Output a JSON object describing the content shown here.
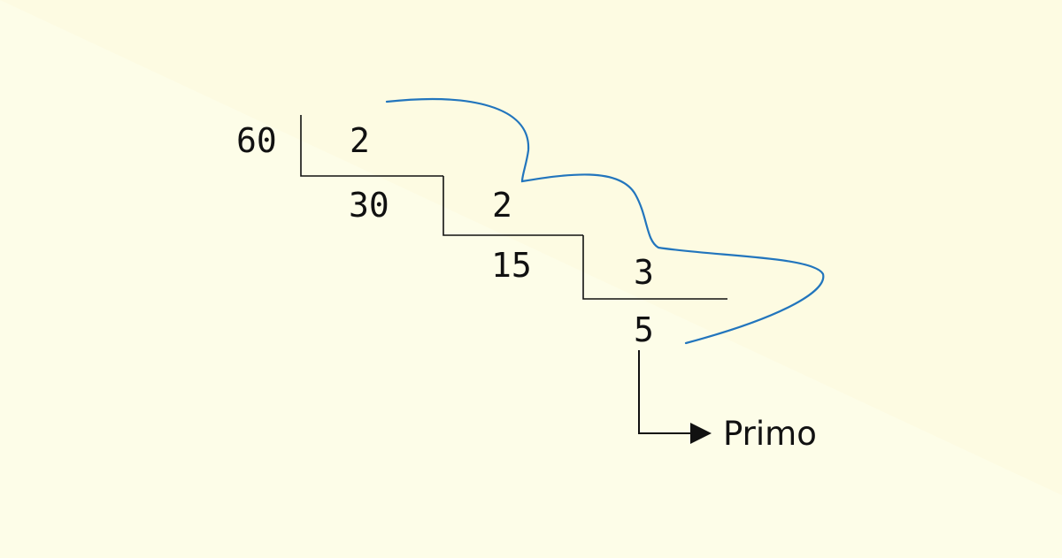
{
  "colors": {
    "background_light": "#fdfde8",
    "background_band": "#fdfbe2",
    "line": "#111111",
    "curve": "#2275bd"
  },
  "factorization": {
    "dividends": [
      "60",
      "30",
      "15",
      "5"
    ],
    "divisors": [
      "2",
      "2",
      "3"
    ]
  },
  "result_label": "Primo",
  "icons": {
    "arrow": "arrow-right-icon"
  }
}
